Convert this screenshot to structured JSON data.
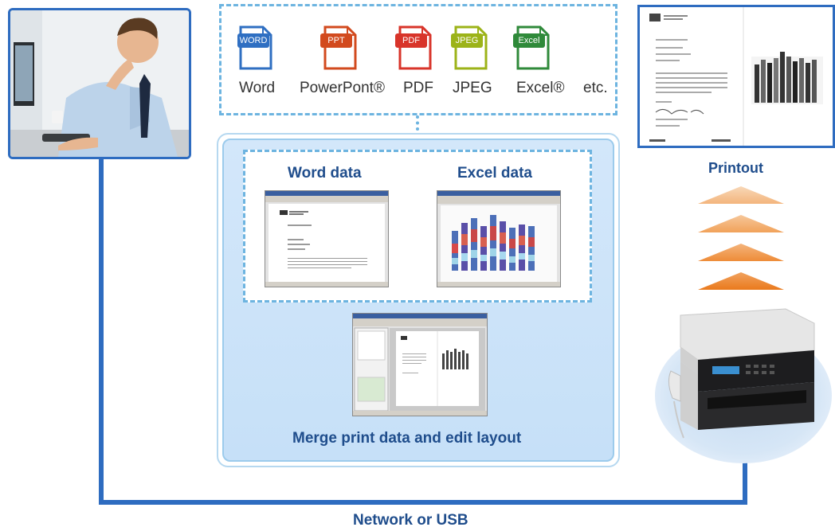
{
  "file_types": [
    {
      "badge": "WORD",
      "label": "Word",
      "color": "#2f6fc2"
    },
    {
      "badge": "PPT",
      "label": "PowerPont®",
      "color": "#d24a1e"
    },
    {
      "badge": "PDF",
      "label": "PDF",
      "color": "#d8342a"
    },
    {
      "badge": "JPEG",
      "label": "JPEG",
      "color": "#9cb318"
    },
    {
      "badge": "Excel",
      "label": "Excel®",
      "color": "#2f8a3a"
    }
  ],
  "file_types_more": "etc.",
  "merge": {
    "word_label": "Word data",
    "excel_label": "Excel data",
    "caption": "Merge print data and edit layout"
  },
  "printout_label": "Printout",
  "connection_label": "Network or USB",
  "colors": {
    "cable": "#2e6cc0",
    "label_blue": "#1f4d8c",
    "dashed_border": "#6db4e0",
    "arrow_orange": "#f08a30"
  }
}
